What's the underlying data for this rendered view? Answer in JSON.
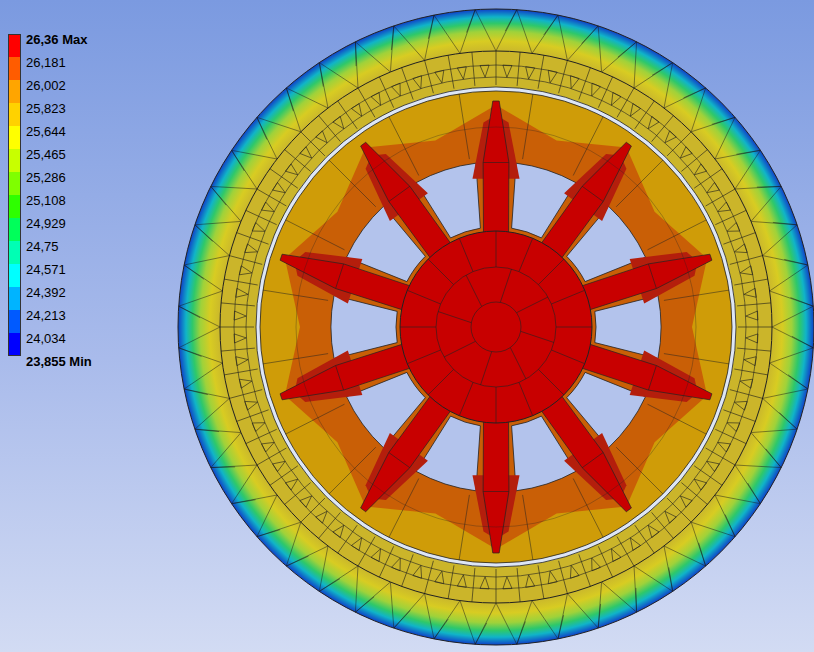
{
  "diagram": {
    "legend": [
      {
        "text": "26,36 Max",
        "color": "#ff0000"
      },
      {
        "text": "26,181",
        "color": "#ff5c00"
      },
      {
        "text": "26,002",
        "color": "#ffa500"
      },
      {
        "text": "25,823",
        "color": "#ffd200"
      },
      {
        "text": "25,644",
        "color": "#ffff00"
      },
      {
        "text": "25,465",
        "color": "#c8ff00"
      },
      {
        "text": "25,286",
        "color": "#7fff00"
      },
      {
        "text": "25,108",
        "color": "#2eff00"
      },
      {
        "text": "24,929",
        "color": "#00ff5a"
      },
      {
        "text": "24,75",
        "color": "#00ffb4"
      },
      {
        "text": "24,571",
        "color": "#00ffff"
      },
      {
        "text": "24,392",
        "color": "#00b4ff"
      },
      {
        "text": "24,213",
        "color": "#005aff"
      },
      {
        "text": "24,034",
        "color": "#0000ff"
      },
      {
        "text": "23,855 Min"
      }
    ]
  }
}
